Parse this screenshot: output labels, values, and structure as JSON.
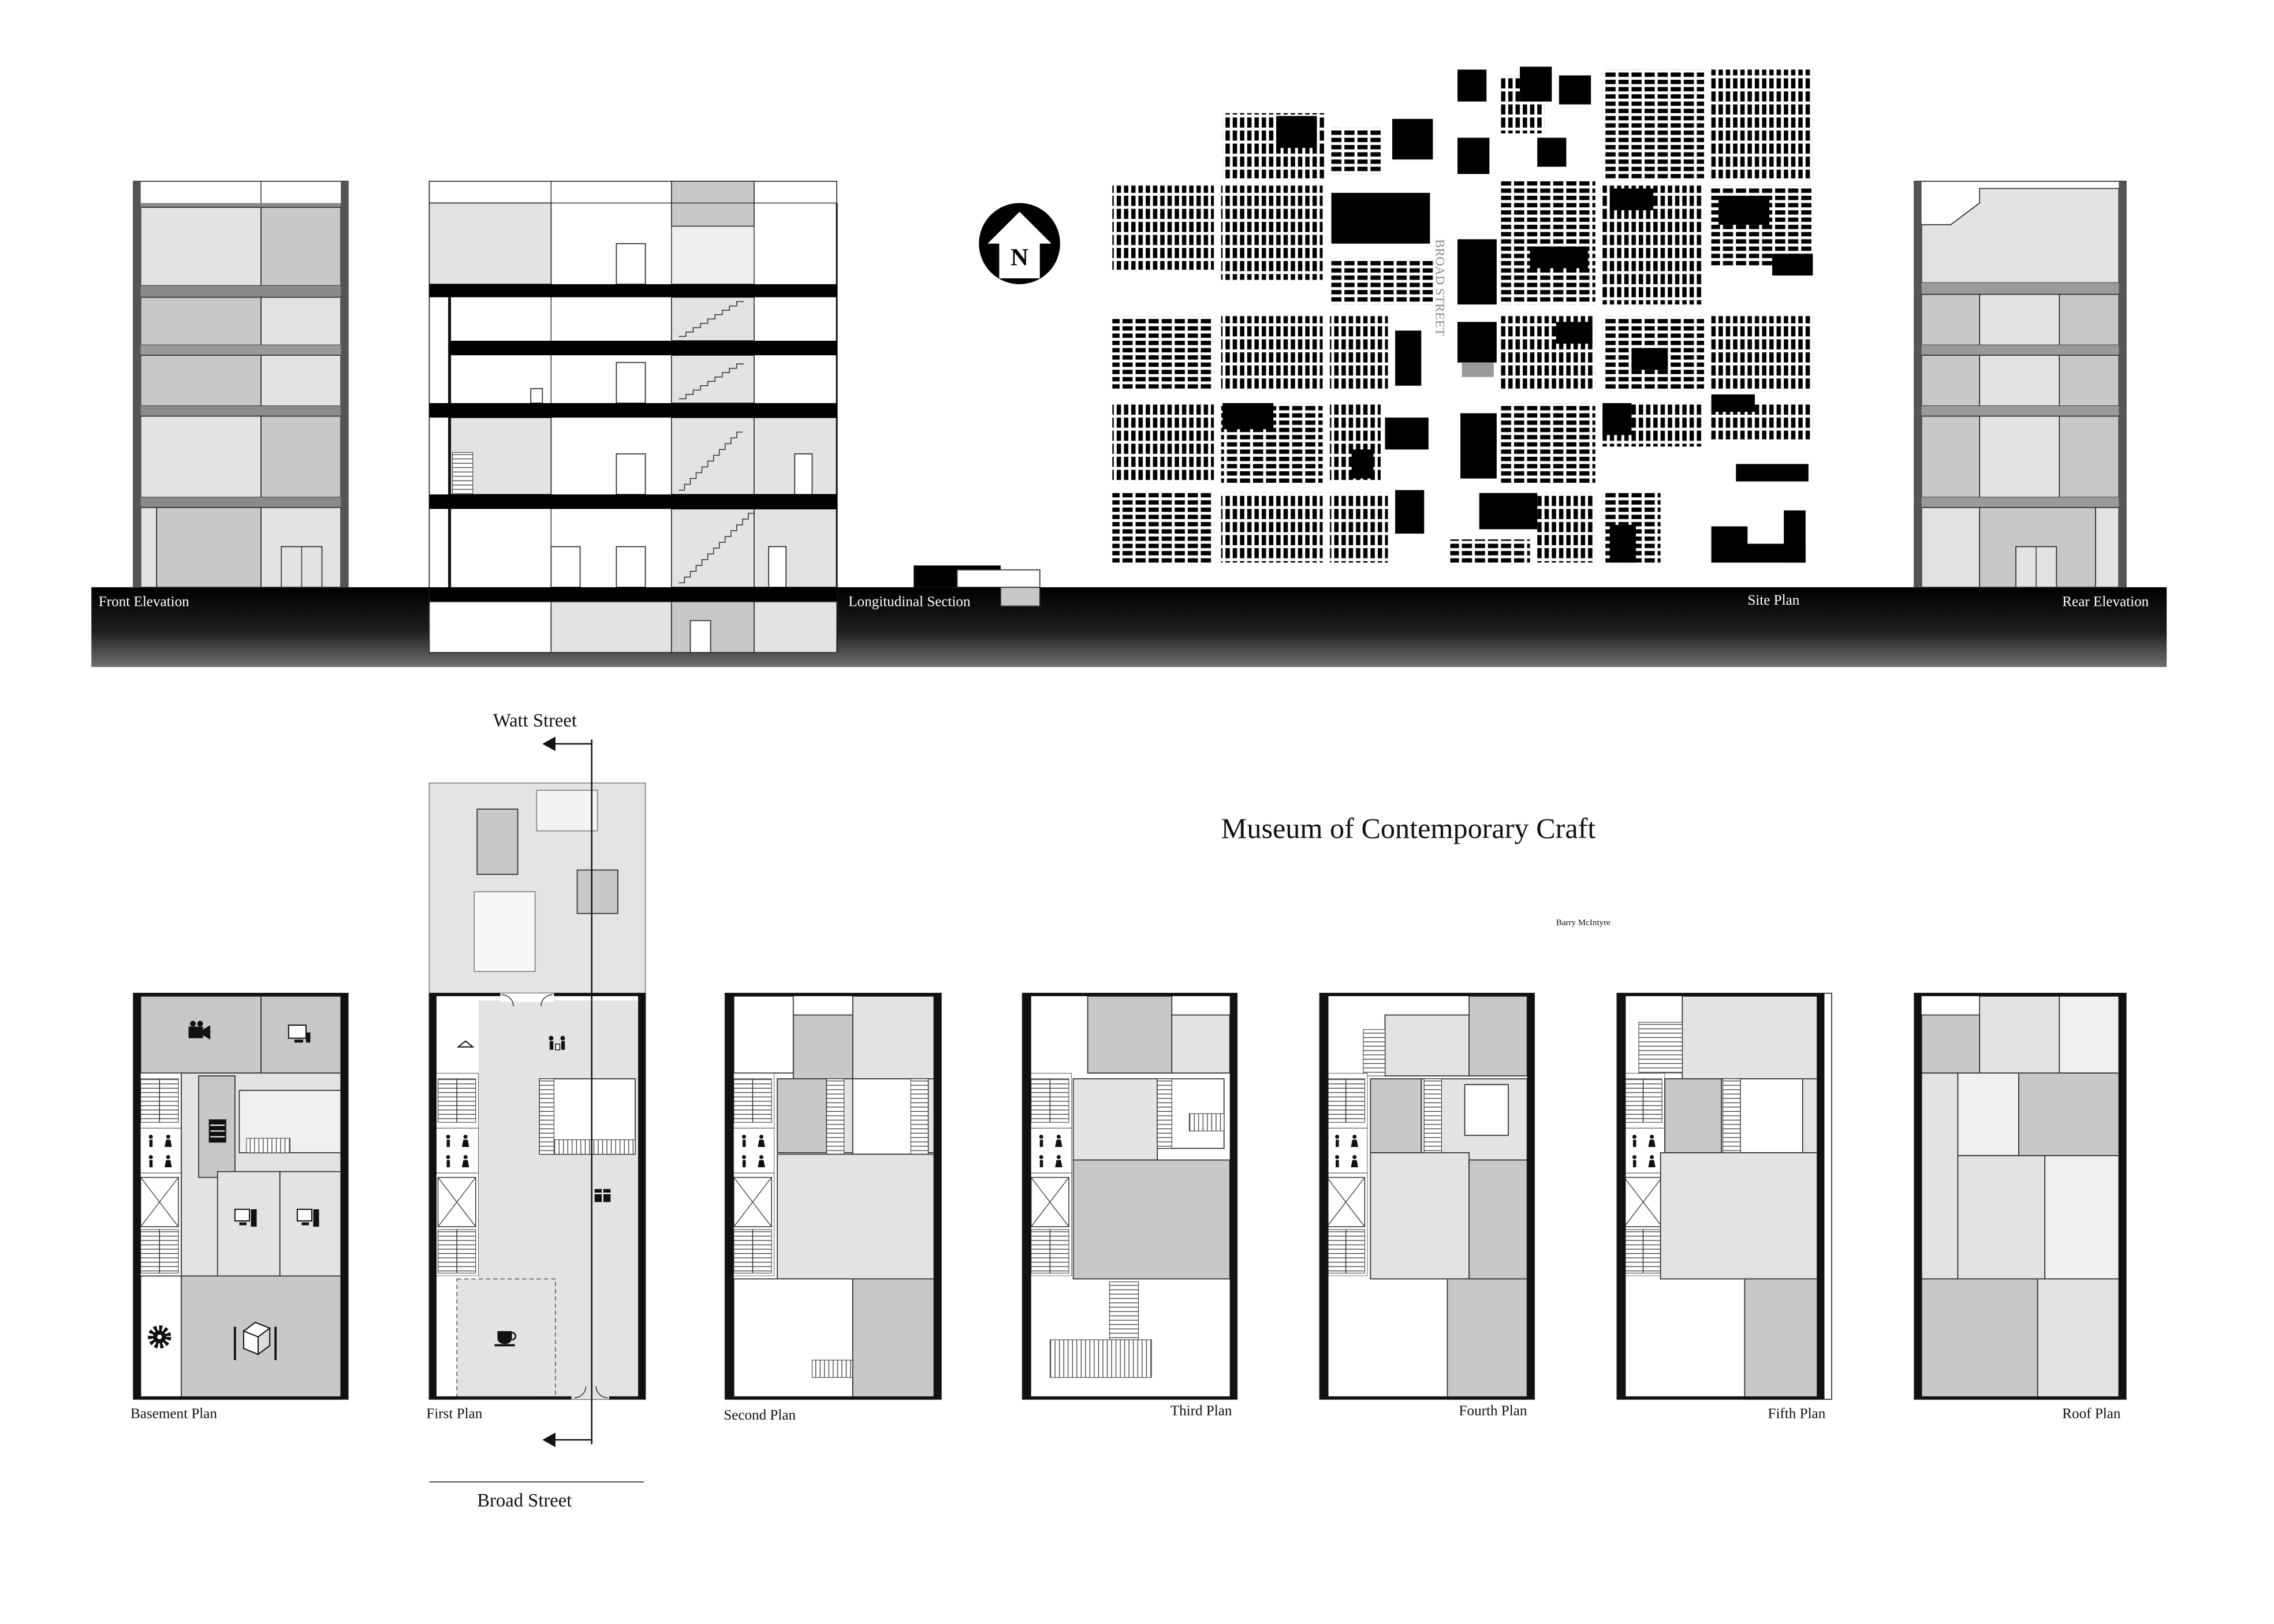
{
  "drawing": {
    "title": "Museum of Contemporary Craft",
    "author": "Barry McIntyre"
  },
  "top_labels": {
    "front": "Front Elevation",
    "section": "Longitudinal Section",
    "site": "Site Plan",
    "rear": "Rear Elevation"
  },
  "site_plan": {
    "street_label": "BROAD STREET",
    "north": "N"
  },
  "streets": {
    "top": "Watt Street",
    "bottom": "Broad Street"
  },
  "plans": {
    "basement": "Basement Plan",
    "first": "First Plan",
    "second": "Second Plan",
    "third": "Third Plan",
    "fourth": "Fourth Plan",
    "fifth": "Fifth Plan",
    "roof": "Roof Plan"
  },
  "icons": [
    "camera-icon",
    "computer-icon",
    "server-icon",
    "gear-icon",
    "box-icon",
    "cup-icon",
    "gift-icon",
    "people-icon",
    "north-arrow-icon",
    "toilet-icon",
    "elevator-icon"
  ],
  "colors": {
    "ink": "#000000",
    "light_gray": "#e3e3e3",
    "medium_gray": "#c8c8c8",
    "very_light_gray": "#f0f0f0",
    "ground_band_top": "#000000",
    "ground_band_bottom": "#707070"
  }
}
